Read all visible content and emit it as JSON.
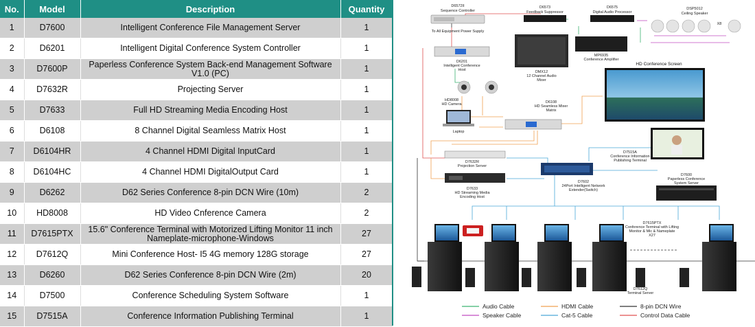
{
  "table": {
    "headers": [
      "No.",
      "Model",
      "Description",
      "Quantity"
    ],
    "rows": [
      [
        "1",
        "D7600",
        "Intelligent Conference File Management Server",
        "1"
      ],
      [
        "2",
        "D6201",
        "Intelligent Digital Conference System Controller",
        "1"
      ],
      [
        "3",
        "D7600P",
        "Paperless Conference System Back-end Management Software V1.0 (PC)",
        "1"
      ],
      [
        "4",
        "D7632R",
        "Projecting Server",
        "1"
      ],
      [
        "5",
        "D7633",
        "Full HD Streaming Media Encoding Host",
        "1"
      ],
      [
        "6",
        "D6108",
        "8 Channel Digital Seamless Matrix Host",
        "1"
      ],
      [
        "7",
        "D6104HR",
        "4 Channel HDMI Digital InputCard",
        "1"
      ],
      [
        "8",
        "D6104HC",
        "4 Channel HDMI DigitalOutput Card",
        "1"
      ],
      [
        "9",
        "D6262",
        "D62 Series Conference 8-pin DCN Wire (10m)",
        "2"
      ],
      [
        "10",
        "HD8008",
        "HD Video Cnference Camera",
        "2"
      ],
      [
        "11",
        "D7615PTX",
        "15.6\" Conference Terminal with Motorized Lifting Monitor 11 inch Nameplate-microphone-Windows",
        "27"
      ],
      [
        "12",
        "D7612Q",
        "Mini Conference Host- I5 4G memory 128G storage",
        "27"
      ],
      [
        "13",
        "D6260",
        "D62 Series Conference 8-pin DCN Wire (2m)",
        "20"
      ],
      [
        "14",
        "D7500",
        "Conference Scheduling System Software",
        "1"
      ],
      [
        "15",
        "D7515A",
        "Conference Information Publishing Terminal",
        "1"
      ]
    ]
  },
  "diagram": {
    "seq_controller": {
      "model": "D6572II",
      "name": "Sequence Controller",
      "power_label": "To All Equipment Power Supply"
    },
    "feedback_suppressor": {
      "model": "D6573",
      "name": "Feedback Suppressor"
    },
    "audio_processor": {
      "model": "D6575",
      "name": "Digital Audio Processor"
    },
    "ceiling_speaker": {
      "model": "DSP5012",
      "name": "Ceiling Speaker",
      "count": "X8"
    },
    "conf_host": {
      "model": "D6201",
      "name1": "Intelligent Conference",
      "name2": "Host"
    },
    "mixer": {
      "model": "DMX12",
      "name1": "12 Channel Audio",
      "name2": "Mixer"
    },
    "amplifier": {
      "model": "MP6935",
      "name": "Conference Amplifier"
    },
    "hd_camera": {
      "model": "HD8008",
      "name": "HD Camera"
    },
    "laptop": {
      "name": "Laptop"
    },
    "matrix": {
      "model": "D6108",
      "name1": "HD Seamless Mixer",
      "name2": "Matrix"
    },
    "hd_screen": {
      "name": "HD Conference Screen"
    },
    "publishing": {
      "model": "D7515A",
      "name1": "Conference Information",
      "name2": "Publishing Terminal"
    },
    "projection": {
      "model": "D7632R",
      "name": "Projection Server"
    },
    "encoding": {
      "model": "D7633",
      "name1": "HD Streaming Media",
      "name2": "Encoding Host"
    },
    "switch": {
      "model": "D7602",
      "name1": "24Port Intelligent Network",
      "name2": "Extender(Switch)"
    },
    "paperless": {
      "model": "D7600",
      "name1": "Paperless Conference",
      "name2": "System Server"
    },
    "terminal": {
      "model": "D7615PTX",
      "name1": "Conference Terminal with Lifting",
      "name2": "Monitor & Mic & Nameplate",
      "count": "X27"
    },
    "mini_host": {
      "model": "D7612Q",
      "name": "Terminal Server"
    },
    "legend": [
      {
        "label": "Audio Cable",
        "color": "#3cb371"
      },
      {
        "label": "HDMI Cable",
        "color": "#f0a050"
      },
      {
        "label": "8-pin DCN Wire",
        "color": "#333333"
      },
      {
        "label": "Speaker Cable",
        "color": "#c04cc0"
      },
      {
        "label": "Cat-5 Cable",
        "color": "#4aa8d8"
      },
      {
        "label": "Control Data Cable",
        "color": "#e05050"
      }
    ]
  },
  "colors": {
    "header": "#1f8f85",
    "row_shade": "#cfcfcf"
  }
}
